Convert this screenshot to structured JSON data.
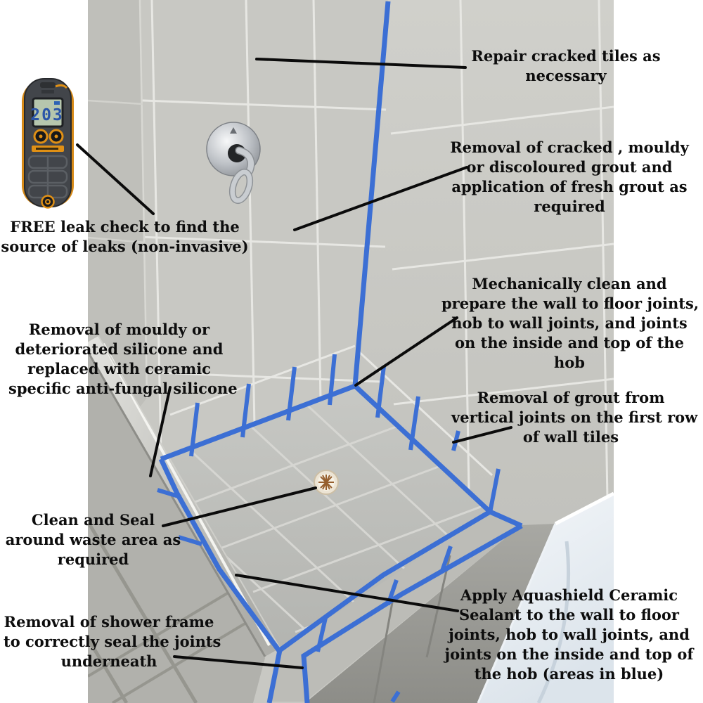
{
  "image_title": "Shower resealing process annotated photo",
  "device": {
    "name": "moisture-meter",
    "display_value": "203"
  },
  "annotations": [
    {
      "id": "repair-tiles",
      "lines": [
        "Repair cracked tiles as",
        "necessary"
      ]
    },
    {
      "id": "grout-renewal",
      "lines": [
        "Removal of cracked , mouldy",
        "or discoloured grout and",
        "application of fresh grout as",
        "required"
      ]
    },
    {
      "id": "leak-check",
      "lines": [
        "FREE leak check to find the",
        "source of leaks (non-invasive)"
      ]
    },
    {
      "id": "mechanical-clean",
      "lines": [
        "Mechanically clean and",
        "prepare the wall to floor joints,",
        "hob to wall joints, and joints",
        "on the inside and top of the",
        "hob"
      ]
    },
    {
      "id": "silicone-replacement",
      "lines": [
        "Removal of mouldy or",
        "deteriorated silicone and",
        "replaced with ceramic",
        "specific anti-fungal silicone"
      ]
    },
    {
      "id": "grout-vertical-joints",
      "lines": [
        "Removal of grout from",
        "vertical joints on the first row",
        "of wall tiles"
      ]
    },
    {
      "id": "waste-seal",
      "lines": [
        "Clean and Seal",
        "around waste area as",
        "required"
      ]
    },
    {
      "id": "aquashield-sealant",
      "lines": [
        "Apply Aquashield Ceramic",
        "Sealant to the wall to floor",
        "joints, hob to wall joints, and",
        "joints on the inside and top of",
        "the hob (areas in blue)"
      ]
    },
    {
      "id": "shower-frame",
      "lines": [
        "Removal of shower frame",
        "to correctly seal the joints",
        "underneath"
      ]
    }
  ],
  "colors": {
    "tape_blue": "#3c6fd4",
    "annotation_black": "#0b0b0b",
    "meter_orange": "#e09015"
  }
}
